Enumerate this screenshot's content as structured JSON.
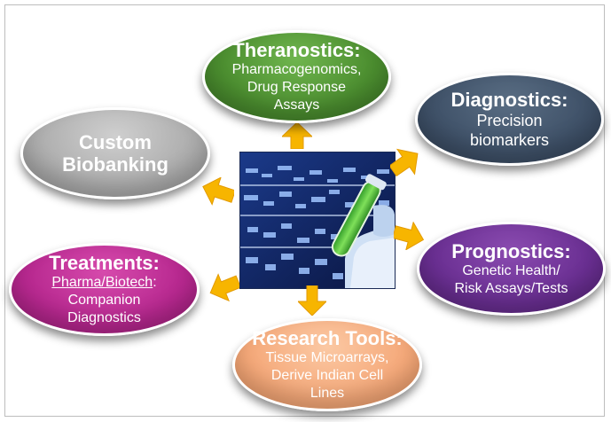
{
  "colors": {
    "theranostics": "#4b8d2f",
    "diagnostics": "#3f5168",
    "custom_biobanking": "#adadad",
    "prognostics": "#6a2f92",
    "treatments": "#b7288f",
    "research_tools": "#f5a97a",
    "arrow": "#f7b500"
  },
  "center_image": {
    "icon": "dna-sequencing-test-tube-photo"
  },
  "nodes": {
    "theranostics": {
      "title": "Theranostics:",
      "lines": [
        "Pharmacogenomics,",
        "Drug Response",
        "Assays"
      ]
    },
    "diagnostics": {
      "title": "Diagnostics:",
      "lines": [
        "Precision",
        "biomarkers"
      ]
    },
    "custom_biobanking": {
      "lines": [
        "Custom",
        "Biobanking"
      ]
    },
    "prognostics": {
      "title": "Prognostics:",
      "lines": [
        "Genetic Health/",
        "Risk Assays/Tests"
      ]
    },
    "treatments": {
      "title": "Treatments:",
      "underlined": "Pharma/Biotech",
      "suffix": ":",
      "lines": [
        "Companion",
        "Diagnostics"
      ]
    },
    "research_tools": {
      "title": "Research Tools:",
      "lines": [
        "Tissue Microarrays,",
        "Derive Indian Cell",
        "Lines"
      ]
    }
  }
}
